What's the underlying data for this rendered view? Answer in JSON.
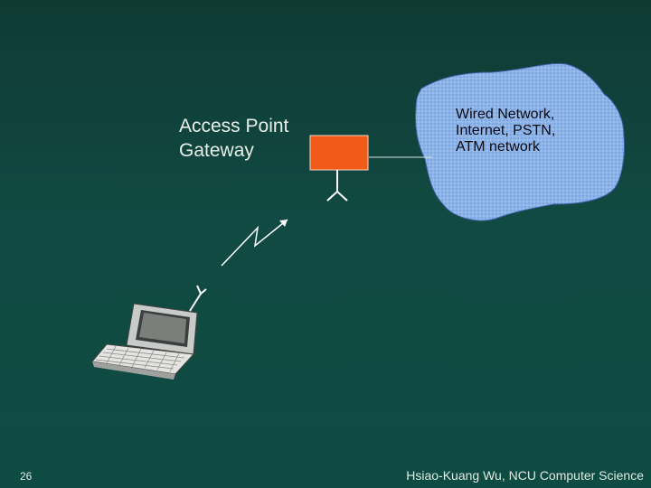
{
  "access_point": {
    "line1": "Access Point",
    "line2": "Gateway",
    "color": "#f25a1a"
  },
  "cloud": {
    "line1": "Wired Network,",
    "line2": "Internet, PSTN,",
    "line3": "ATM network",
    "color": "#8db4e8"
  },
  "footer": {
    "page_number": "26",
    "credit": "Hsiao-Kuang Wu, NCU Computer Science"
  },
  "icons": [
    "access-point-box",
    "antenna-icon",
    "wireless-link-icon",
    "laptop-icon",
    "cloud-icon"
  ]
}
